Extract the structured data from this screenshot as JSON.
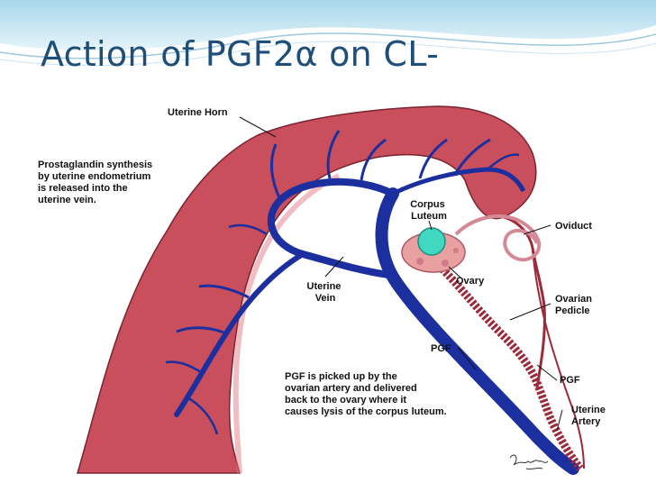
{
  "slide": {
    "title": "Action of PGF2α on CL-"
  },
  "diagram": {
    "labels": {
      "uterine_horn": "Uterine Horn",
      "prostaglandin": [
        "Prostaglandin synthesis",
        "by uterine endometrium",
        "is released into the",
        "uterine vein."
      ],
      "corpus_luteum": [
        "Corpus",
        "Luteum"
      ],
      "oviduct": "Oviduct",
      "ovary": "Ovary",
      "uterine_vein": [
        "Uterine",
        "Vein"
      ],
      "ovarian_pedicle": [
        "Ovarian",
        "Pedicle"
      ],
      "pgf_left": "PGF",
      "pgf_right": "PGF",
      "pgf_note": [
        "PGF is picked up by the",
        "ovarian artery and delivered",
        "back to the ovary where it",
        "causes lysis of the corpus luteum."
      ],
      "uterine_artery": [
        "Uterine",
        "Artery"
      ]
    },
    "colors": {
      "uterus": "#c94f5d",
      "vein": "#1c2f9e",
      "corpus_luteum": "#40d8c0",
      "ovary": "#e8a0a0",
      "title": "#1f4e78"
    }
  }
}
